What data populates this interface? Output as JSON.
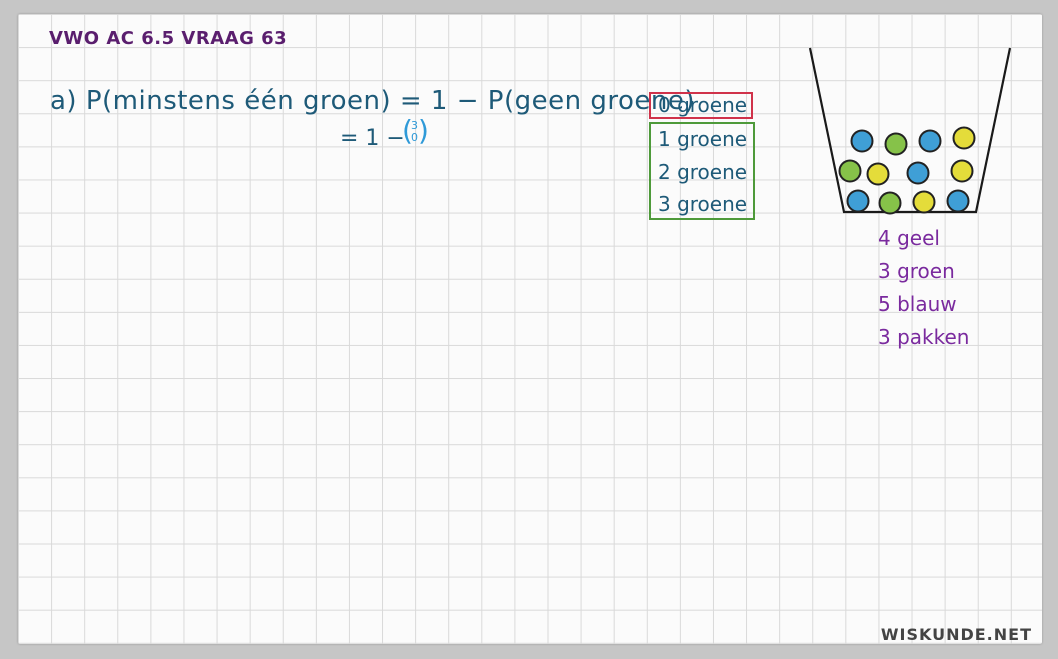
{
  "title": "VWO AC 6.5 VRAAG 63",
  "line1": "a) P(minstens één groen) = 1 − P(geen groene)",
  "line2_prefix": "= 1 −",
  "binom": {
    "top": "3",
    "bottom": "0"
  },
  "cases": {
    "zero": "0 groene",
    "one": "1 groene",
    "two": "2 groene",
    "three": "3 groene"
  },
  "legend": [
    "4 geel",
    "3 groen",
    "5 blauw",
    "3 pakken"
  ],
  "watermark": "WISKUNDE.NET",
  "colors": {
    "blue": "#3f9fd6",
    "green": "#86c249",
    "yellow": "#e4dc3a",
    "outline": "#222222"
  },
  "balls": [
    {
      "color": "blue"
    },
    {
      "color": "green"
    },
    {
      "color": "blue"
    },
    {
      "color": "yellow"
    },
    {
      "color": "green"
    },
    {
      "color": "yellow"
    },
    {
      "color": "blue"
    },
    {
      "color": "yellow"
    },
    {
      "color": "blue"
    },
    {
      "color": "green"
    },
    {
      "color": "yellow"
    },
    {
      "color": "blue"
    }
  ]
}
